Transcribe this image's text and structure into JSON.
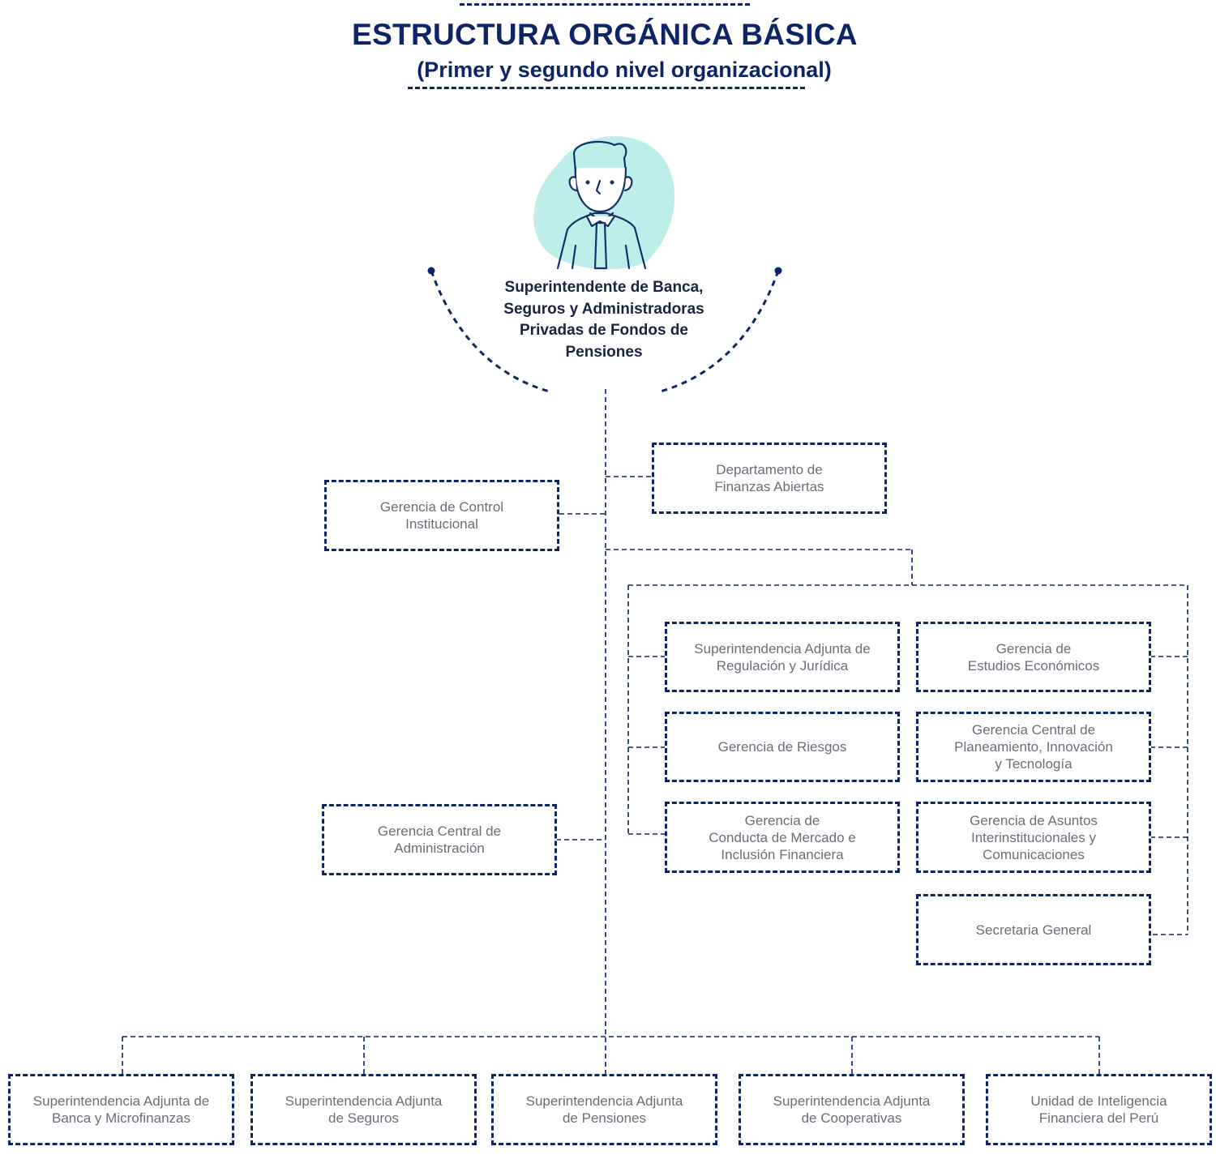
{
  "header": {
    "title": "ESTRUCTURA ORGÁNICA BÁSICA",
    "subtitle": "(Primer y segundo nivel organizacional)"
  },
  "colors": {
    "primary": "#0d2466",
    "box_text": "#6a6e78",
    "avatar_bg": "#bdeee9"
  },
  "head": {
    "icon": "person-avatar-icon",
    "label": "Superintendente de Banca,\nSeguros y Administradoras\nPrivadas de Fondos de\nPensiones"
  },
  "units": {
    "finanzas_abiertas": "Departamento de\nFinanzas Abiertas",
    "control_institucional": "Gerencia de Control\nInstitucional",
    "regulacion_juridica": "Superintendencia Adjunta de\nRegulación y Jurídica",
    "estudios_economicos": "Gerencia de\nEstudios Económicos",
    "riesgos": "Gerencia de Riesgos",
    "planeamiento": "Gerencia Central de\nPlaneamiento, Innovación\ny Tecnología",
    "conducta_mercado": "Gerencia de\nConducta de Mercado e\nInclusión Financiera",
    "asuntos_interinstitucionales": "Gerencia de Asuntos\nInterinstitucionales y\nComunicaciones",
    "secretaria_general": "Secretaria General",
    "administracion": "Gerencia Central de\nAdministración"
  },
  "bottom_units": [
    "Superintendencia Adjunta de\nBanca y Microfinanzas",
    "Superintendencia Adjunta\nde Seguros",
    "Superintendencia Adjunta\nde Pensiones",
    "Superintendencia Adjunta\nde Cooperativas",
    "Unidad de Inteligencia\nFinanciera del Perú"
  ]
}
